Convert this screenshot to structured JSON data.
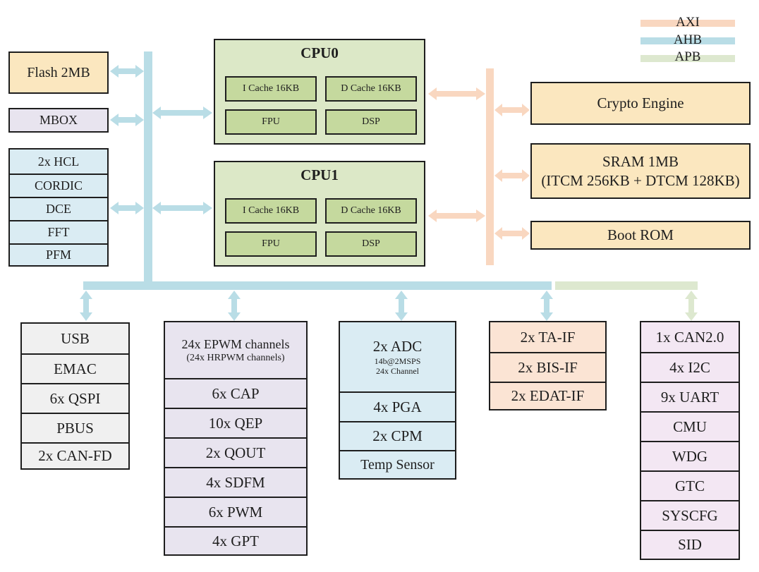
{
  "colors": {
    "axi": "#f9d7c0",
    "ahb": "#b9dde6",
    "apb": "#dde8cf",
    "yellow_block": "#fbe7bf",
    "lavender_block": "#e8e4ef",
    "blue_block": "#daecf3",
    "gray_block": "#f0f0f0",
    "peach_block": "#fbe4d4",
    "pink_block": "#f3e7f3",
    "cpu_outer": "#dce8c7",
    "cpu_inner": "#c5d99e"
  },
  "legend": {
    "axi": "AXI",
    "ahb": "AHB",
    "apb": "APB"
  },
  "left": {
    "flash": "Flash 2MB",
    "mbox": "MBOX",
    "accel": [
      "2x HCL",
      "CORDIC",
      "DCE",
      "FFT",
      "PFM"
    ]
  },
  "cpu0": {
    "title": "CPU0",
    "icache": "I Cache 16KB",
    "dcache": "D Cache 16KB",
    "fpu": "FPU",
    "dsp": "DSP"
  },
  "cpu1": {
    "title": "CPU1",
    "icache": "I Cache 16KB",
    "dcache": "D Cache 16KB",
    "fpu": "FPU",
    "dsp": "DSP"
  },
  "right": {
    "crypto": "Crypto Engine",
    "sram": "SRAM 1MB",
    "sram_detail": "(ITCM 256KB + DTCM 128KB)",
    "boot_rom": "Boot ROM"
  },
  "bottom": {
    "comm": [
      "USB",
      "EMAC",
      "6x QSPI",
      "PBUS",
      "2x CAN-FD"
    ],
    "pwm_head": "24x EPWM channels",
    "pwm_sub": "(24x HRPWM channels)",
    "pwm": [
      "6x CAP",
      "10x QEP",
      "2x QOUT",
      "4x SDFM",
      "6x PWM",
      "4x GPT"
    ],
    "adc_head": "2x ADC",
    "adc_line1": "14b@2MSPS",
    "adc_line2": "24x Channel",
    "analog": [
      "4x PGA",
      "2x CPM",
      "Temp Sensor"
    ],
    "ifs": [
      "2x TA-IF",
      "2x BIS-IF",
      "2x EDAT-IF"
    ],
    "periph": [
      "1x CAN2.0",
      "4x I2C",
      "9x UART",
      "CMU",
      "WDG",
      "GTC",
      "SYSCFG",
      "SID"
    ]
  }
}
